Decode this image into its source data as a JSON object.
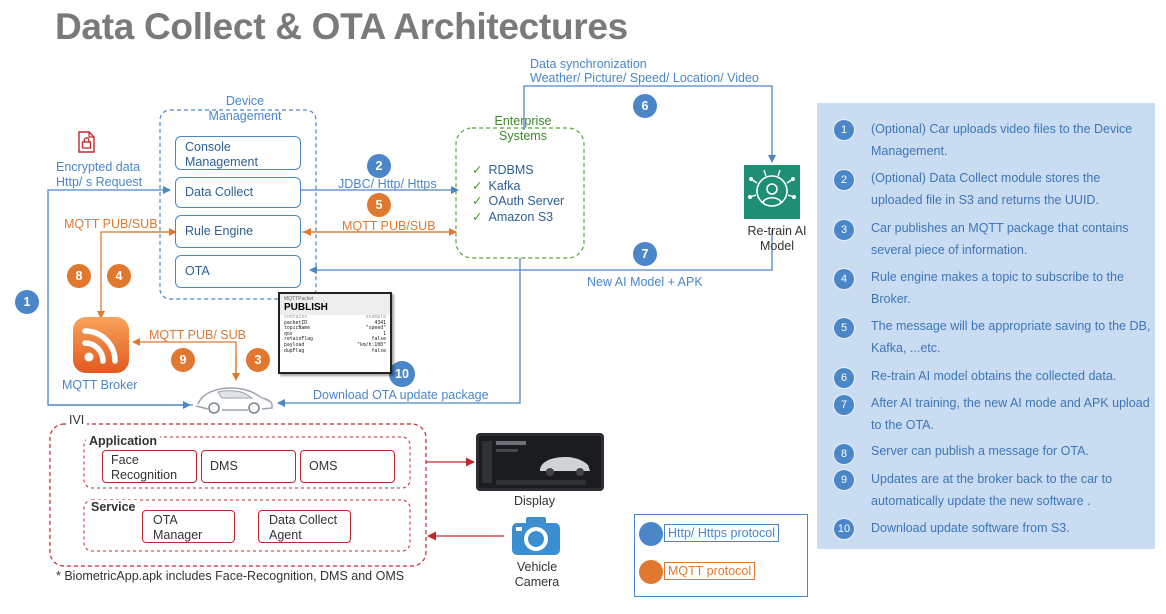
{
  "title": "Data Collect & OTA Architectures",
  "device_management": {
    "heading": "Device Management",
    "modules": [
      "Console Management",
      "Data Collect",
      "Rule Engine",
      "OTA"
    ]
  },
  "enterprise_systems": {
    "heading": "Enterprise Systems",
    "items": [
      "RDBMS",
      "Kafka",
      "OAuth Server",
      "Amazon S3"
    ],
    "check_glyph": "✓"
  },
  "retrain": {
    "label": "Re-train AI Model"
  },
  "mqtt_broker": {
    "label": "MQTT Broker"
  },
  "flows": {
    "data_sync_title": "Data synchronization",
    "data_sync_items": "Weather/ Picture/ Speed/ Location/ Video",
    "encrypted": "Encrypted data Http/ s Request",
    "jdbc": "JDBC/ Http/ Https",
    "mqtt_left": "MQTT PUB/SUB",
    "mqtt_right": "MQTT PUB/SUB",
    "mqtt_broker_car": "MQTT PUB/ SUB",
    "new_model": "New AI Model + APK",
    "download_ota": "Download OTA update package"
  },
  "mqtt_packet": {
    "caption": "MQTTPacket",
    "name": "PUBLISH",
    "col_headers": [
      "contains",
      "example"
    ],
    "rows": [
      [
        "packetID",
        "4341"
      ],
      [
        "topicName",
        "\"speed\""
      ],
      [
        "qos",
        "1"
      ],
      [
        "retainFlag",
        "false"
      ],
      [
        "payload",
        "\"km/h:100\""
      ],
      [
        "dupFlag",
        "false"
      ]
    ]
  },
  "ivi": {
    "label": "IVI",
    "application": {
      "label": "Application",
      "modules": [
        "Face Recognition",
        "DMS",
        "OMS"
      ]
    },
    "service": {
      "label": "Service",
      "modules": [
        "OTA Manager",
        "Data Collect Agent"
      ]
    },
    "footnote": "* BiometricApp.apk includes Face-Recognition, DMS and OMS"
  },
  "display": {
    "label": "Display"
  },
  "camera": {
    "label": "Vehicle Camera"
  },
  "badges": [
    "1",
    "2",
    "3",
    "4",
    "5",
    "6",
    "7",
    "8",
    "9",
    "10"
  ],
  "notes": [
    {
      "num": "1",
      "text": "(Optional) Car uploads video files to the Device Management."
    },
    {
      "num": "2",
      "text": "(Optional) Data Collect module stores the uploaded file in S3 and returns the UUID."
    },
    {
      "num": "3",
      "text": "Car publishes an MQTT package that contains several piece of information."
    },
    {
      "num": "4",
      "text": "Rule engine makes a topic to subscribe to the Broker."
    },
    {
      "num": "5",
      "text": "The message will be appropriate saving to the DB, Kafka, ...etc."
    },
    {
      "num": "6",
      "text": "Re-train AI model obtains the collected data."
    },
    {
      "num": "7",
      "text": "After AI training, the new AI mode and APK upload to the OTA."
    },
    {
      "num": "8",
      "text": "Server can publish a message for OTA."
    },
    {
      "num": "9",
      "text": "Updates are at the broker back to the car to automatically update the new software ."
    },
    {
      "num": "10",
      "text": "Download update software from S3."
    }
  ],
  "legend": {
    "http": "Http/ Https protocol",
    "mqtt": "MQTT protocol"
  },
  "colors": {
    "http_blue": "#4a86c8",
    "mqtt_orange": "#e0782f",
    "ivi_red": "#c0282d",
    "enterprise_green": "#5aa832",
    "panel_bg": "#c9dcf2",
    "title_gray": "#7a7a7a"
  },
  "icons": [
    "lock-file-icon",
    "rss-broker-icon",
    "car-icon",
    "ai-brain-icon",
    "display-screen-icon",
    "camera-icon"
  ]
}
